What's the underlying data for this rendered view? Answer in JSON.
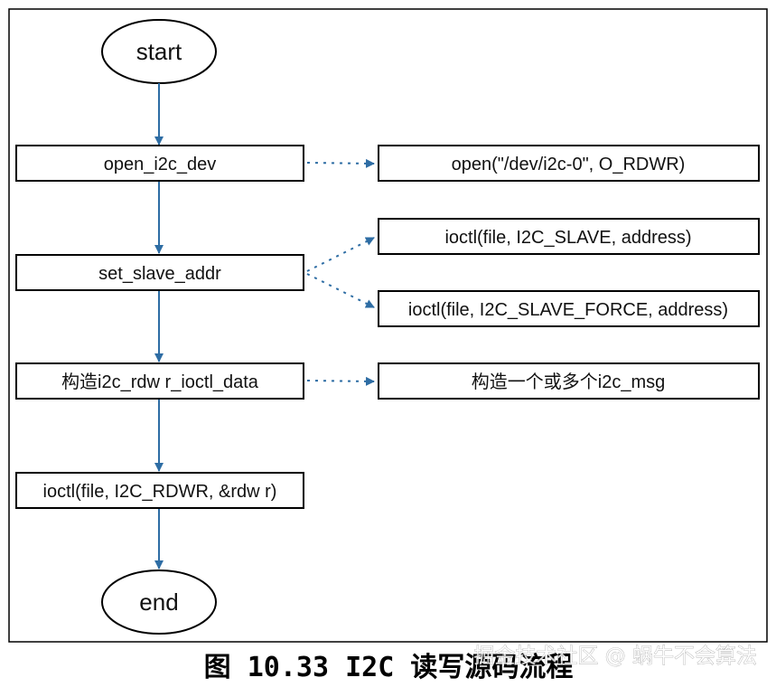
{
  "diagram": {
    "nodes": {
      "start": "start",
      "open_i2c_dev": "open_i2c_dev",
      "set_slave_addr": "set_slave_addr",
      "build_rdwr_data": "构造i2c_rdw r_ioctl_data",
      "ioctl_rdwr": "ioctl(file, I2C_RDWR, &rdw r)",
      "end": "end"
    },
    "details": {
      "open_call": "open(\"/dev/i2c-0\", O_RDWR)",
      "ioctl_slave": "ioctl(file, I2C_SLAVE, address)",
      "ioctl_slave_force": "ioctl(file, I2C_SLAVE_FORCE, address)",
      "build_msgs": "构造一个或多个i2c_msg"
    },
    "caption": "图 10.33 I2C 读写源码流程",
    "watermark": "掘金技术社区 @ 蜗牛不会算法",
    "colors": {
      "arrow": "#2E6DA4",
      "border": "#000000"
    }
  }
}
